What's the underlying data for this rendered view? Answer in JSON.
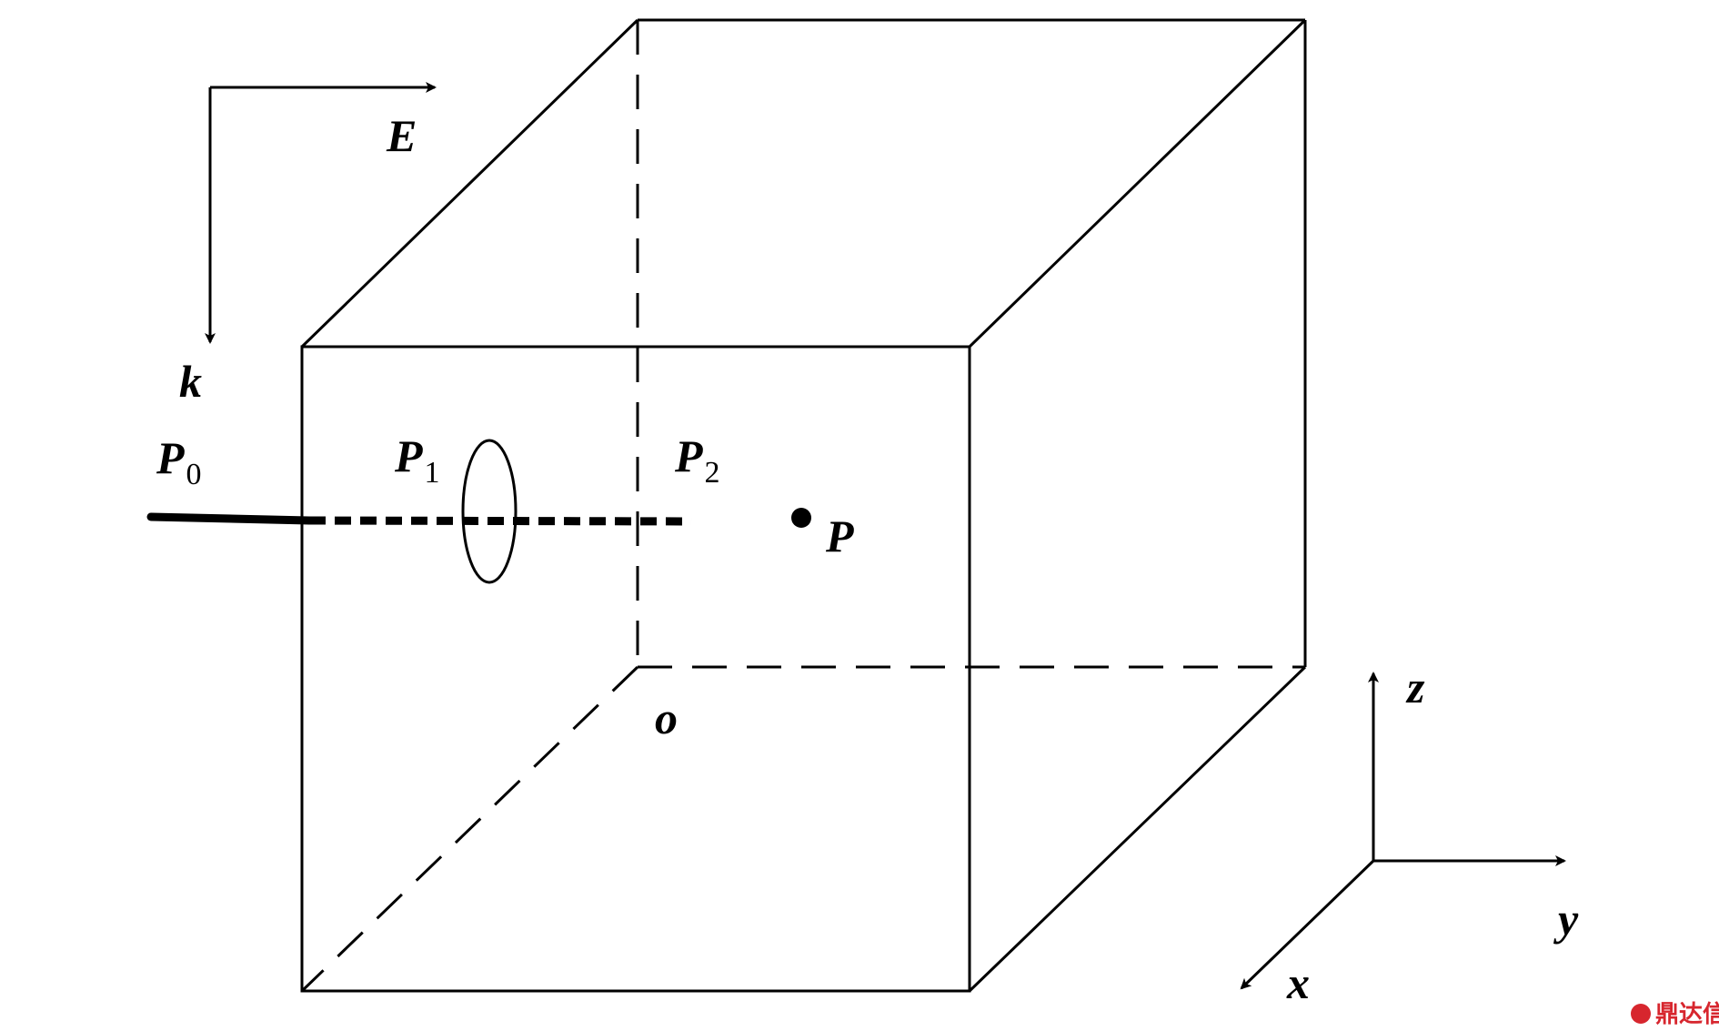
{
  "labels": {
    "E": "E",
    "k": "k",
    "P0_main": "P",
    "P0_sub": "0",
    "P1_main": "P",
    "P1_sub": "1",
    "P2_main": "P",
    "P2_sub": "2",
    "P": "P",
    "o": "o",
    "z": "z",
    "y": "y",
    "x": "x"
  },
  "watermark": {
    "text": "鼎达信",
    "color": "#d7262e"
  },
  "colors": {
    "line": "#000000",
    "background": "#ffffff"
  }
}
